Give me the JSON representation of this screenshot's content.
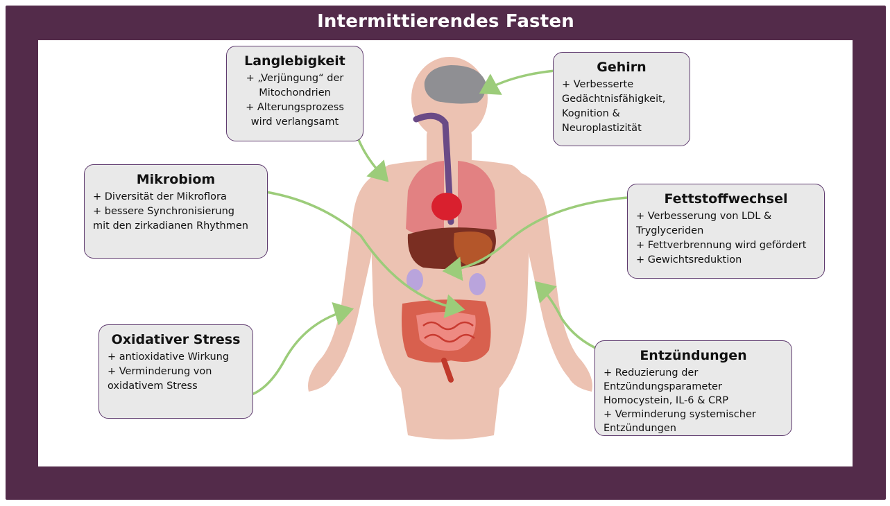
{
  "title": "Intermittierendes Fasten",
  "boxes": {
    "langlebigkeit": {
      "heading": "Langlebigkeit",
      "items": [
        "+ „Verjüngung“ der",
        "Mitochondrien",
        "+ Alterungsprozess",
        "wird verlangsamt"
      ]
    },
    "gehirn": {
      "heading": "Gehirn",
      "items": [
        "+ Verbesserte",
        "Gedächtnisfähigkeit,",
        "Kognition &",
        "Neuroplastizität"
      ]
    },
    "mikrobiom": {
      "heading": "Mikrobiom",
      "items": [
        "+ Diversität der Mikroflora",
        "+ bessere Synchronisierung",
        "mit den zirkadianen Rhythmen"
      ]
    },
    "fettstoffwechsel": {
      "heading": "Fettstoffwechsel",
      "items": [
        "+ Verbesserung von LDL &",
        "Tryglyceriden",
        "+ Fettverbrennung wird gefördert",
        "+ Gewichtsreduktion"
      ]
    },
    "oxidativ": {
      "heading": "Oxidativer Stress",
      "items": [
        "+ antioxidative Wirkung",
        "+ Verminderung von",
        "oxidativem Stress"
      ]
    },
    "entzuendungen": {
      "heading": "Entzündungen",
      "items": [
        "+ Reduzierung der",
        "Entzündungsparameter",
        "Homocystein, IL-6 & CRP",
        "+ Verminderung systemischer",
        "Entzündungen"
      ]
    }
  },
  "colors": {
    "frame": "#532b4a",
    "box_fill": "#e9e9e9",
    "box_border": "#5e3a6e",
    "arrow": "#9ccc7a",
    "skin": "#ecc2b2"
  }
}
